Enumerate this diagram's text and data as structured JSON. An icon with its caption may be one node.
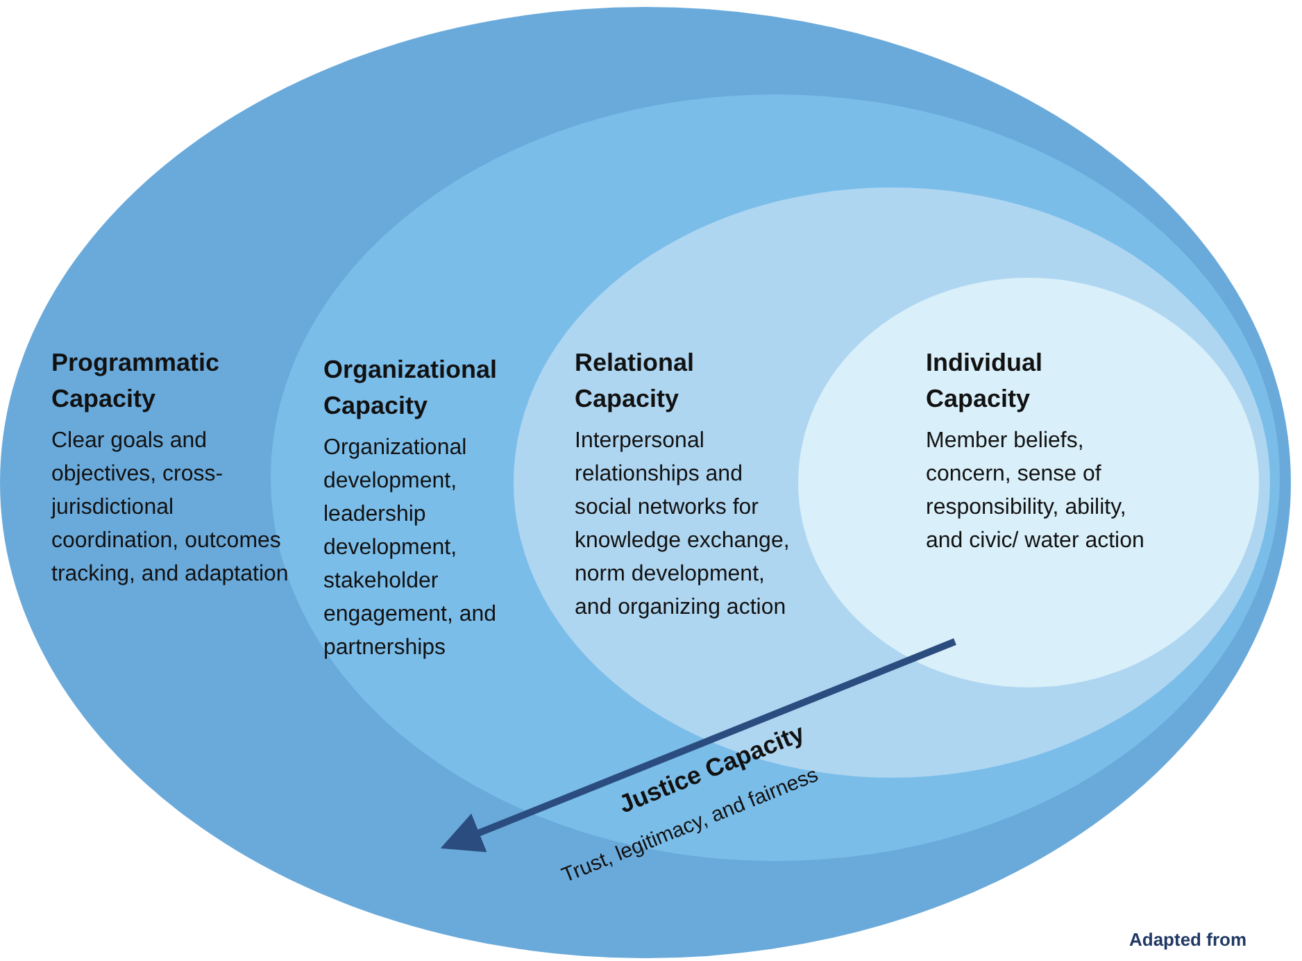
{
  "diagram": {
    "nodes": [
      {
        "text": [
          "Programmatic Capacity",
          "Clear goals and objectives, cross-jurisdictional coordination, outcomes tracking, and adaptation"
        ]
      },
      {
        "text": [
          "Organizational Capacity",
          "Organizational development, leadership development, stakeholder engagement, and partnerships"
        ],
        "in": 0
      },
      {
        "text": [
          "Relational Capacity",
          "Interpersonal relationships and social networks for knowledge exchange, norm development, and organizing action"
        ],
        "in": 1
      },
      {
        "text": [
          "Individual Capacity",
          "Member beliefs, concern, sense of responsibility, ability, and civic/ water action"
        ],
        "in": 2
      }
    ],
    "edges": [
      {
        "from": 3,
        "to": 0,
        "arrow": "to",
        "label": "Justice Capacity"
      }
    ],
    "labels": [
      "Trust, legitimacy, and fairness",
      "Adapted from"
    ]
  }
}
